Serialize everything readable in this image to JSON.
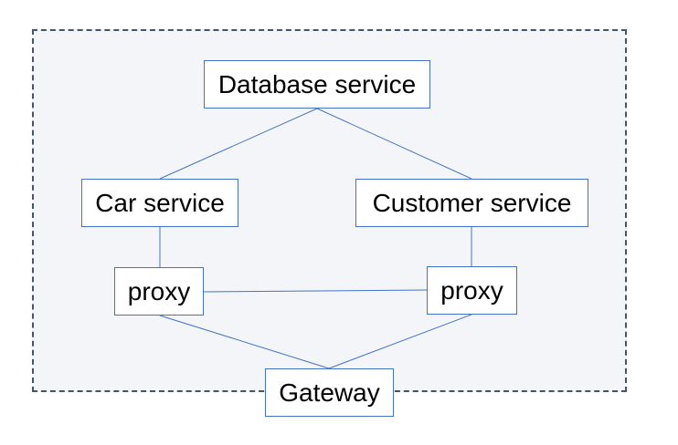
{
  "diagram": {
    "nodes": {
      "database": "Database service",
      "car": "Car service",
      "customer": "Customer service",
      "proxy_left": "proxy",
      "proxy_right": "proxy",
      "gateway": "Gateway"
    },
    "edges": [
      [
        "database",
        "car"
      ],
      [
        "database",
        "customer"
      ],
      [
        "car",
        "proxy_left"
      ],
      [
        "customer",
        "proxy_right"
      ],
      [
        "proxy_left",
        "proxy_right"
      ],
      [
        "proxy_left",
        "gateway"
      ],
      [
        "proxy_right",
        "gateway"
      ]
    ],
    "colors": {
      "box_border": "#4472c4",
      "link": "#4472c4",
      "cluster_border": "#44546a",
      "cluster_fill": "#f3f5f9"
    }
  }
}
